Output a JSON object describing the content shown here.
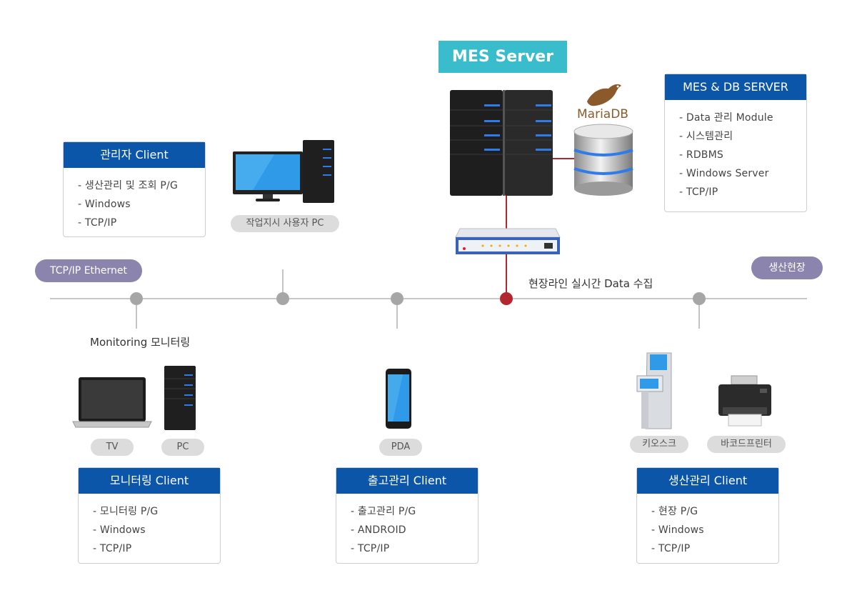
{
  "mes_server": {
    "title": "MES Server",
    "mariadb_label": "MariaDB"
  },
  "labels": {
    "tcpip_ethernet": "TCP/IP Ethernet",
    "production_site": "생산현장",
    "realtime_collect": "현장라인 실시간 Data 수집",
    "monitoring": "Monitoring 모니터링"
  },
  "tags": {
    "worker_pc": "작업지시 사용자 PC",
    "tv": "TV",
    "pc": "PC",
    "pda": "PDA",
    "kiosk": "키오스크",
    "barcode_printer": "바코드프린터"
  },
  "cards": {
    "admin": {
      "title": "관리자 Client",
      "items": [
        "- 생산관리 및 조회 P/G",
        "- Windows",
        "- TCP/IP"
      ]
    },
    "mesdb": {
      "title": "MES & DB SERVER",
      "items": [
        "- Data 관리 Module",
        "- 시스템관리",
        "- RDBMS",
        "- Windows Server",
        "- TCP/IP"
      ]
    },
    "monitoring": {
      "title": "모니터링 Client",
      "items": [
        "- 모니터링 P/G",
        "- Windows",
        "- TCP/IP"
      ]
    },
    "shipping": {
      "title": "출고관리 Client",
      "items": [
        "- 출고관리 P/G",
        "- ANDROID",
        "- TCP/IP"
      ]
    },
    "production": {
      "title": "생산관리 Client",
      "items": [
        "- 현장 P/G",
        "- Windows",
        "- TCP/IP"
      ]
    }
  },
  "colors": {
    "card_header": "#0b56a8",
    "mes_title_bg": "#39bccb",
    "pill_bg": "#8b84ad",
    "node_gray": "#a6a6a6",
    "node_red": "#b3262e"
  }
}
